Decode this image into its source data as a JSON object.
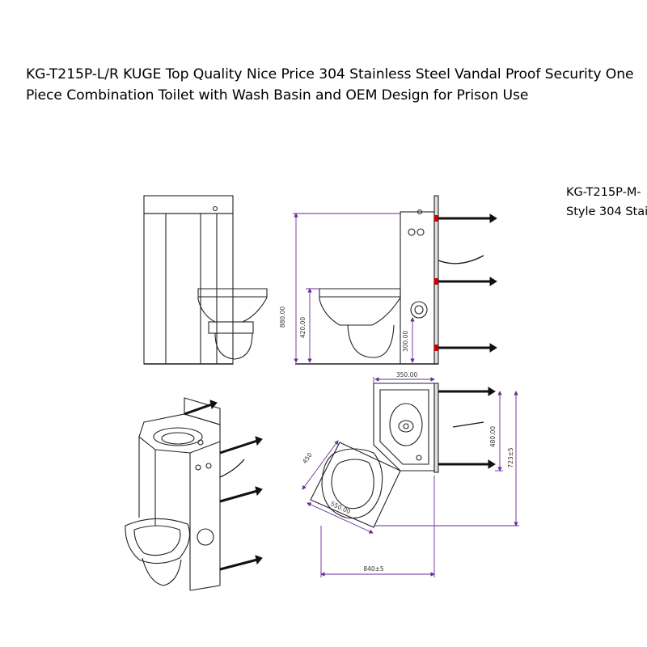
{
  "title": {
    "line1": "KG-T215P-L/R KUGE Top Quality Nice Price 304 Stainless Steel Vandal Proof Security One",
    "line2": "Piece Combination Toilet with Wash Basin and OEM Design for Prison Use"
  },
  "side_caption": {
    "line1": "KG-T215P-M-",
    "line2": "Style 304 Stai"
  },
  "dimensions": {
    "overall_height": "880.00",
    "seat_height": "420.00",
    "outlet_height": "300.00",
    "top_width": "350.00",
    "basin_depth": "480.00",
    "overall_depth": "723±5",
    "bowl_length": "550.00",
    "bowl_width": "450",
    "overall_width": "840±5"
  },
  "colors": {
    "line": "#222222",
    "dimension": "#6b2a9a",
    "bolt": "#111111"
  }
}
